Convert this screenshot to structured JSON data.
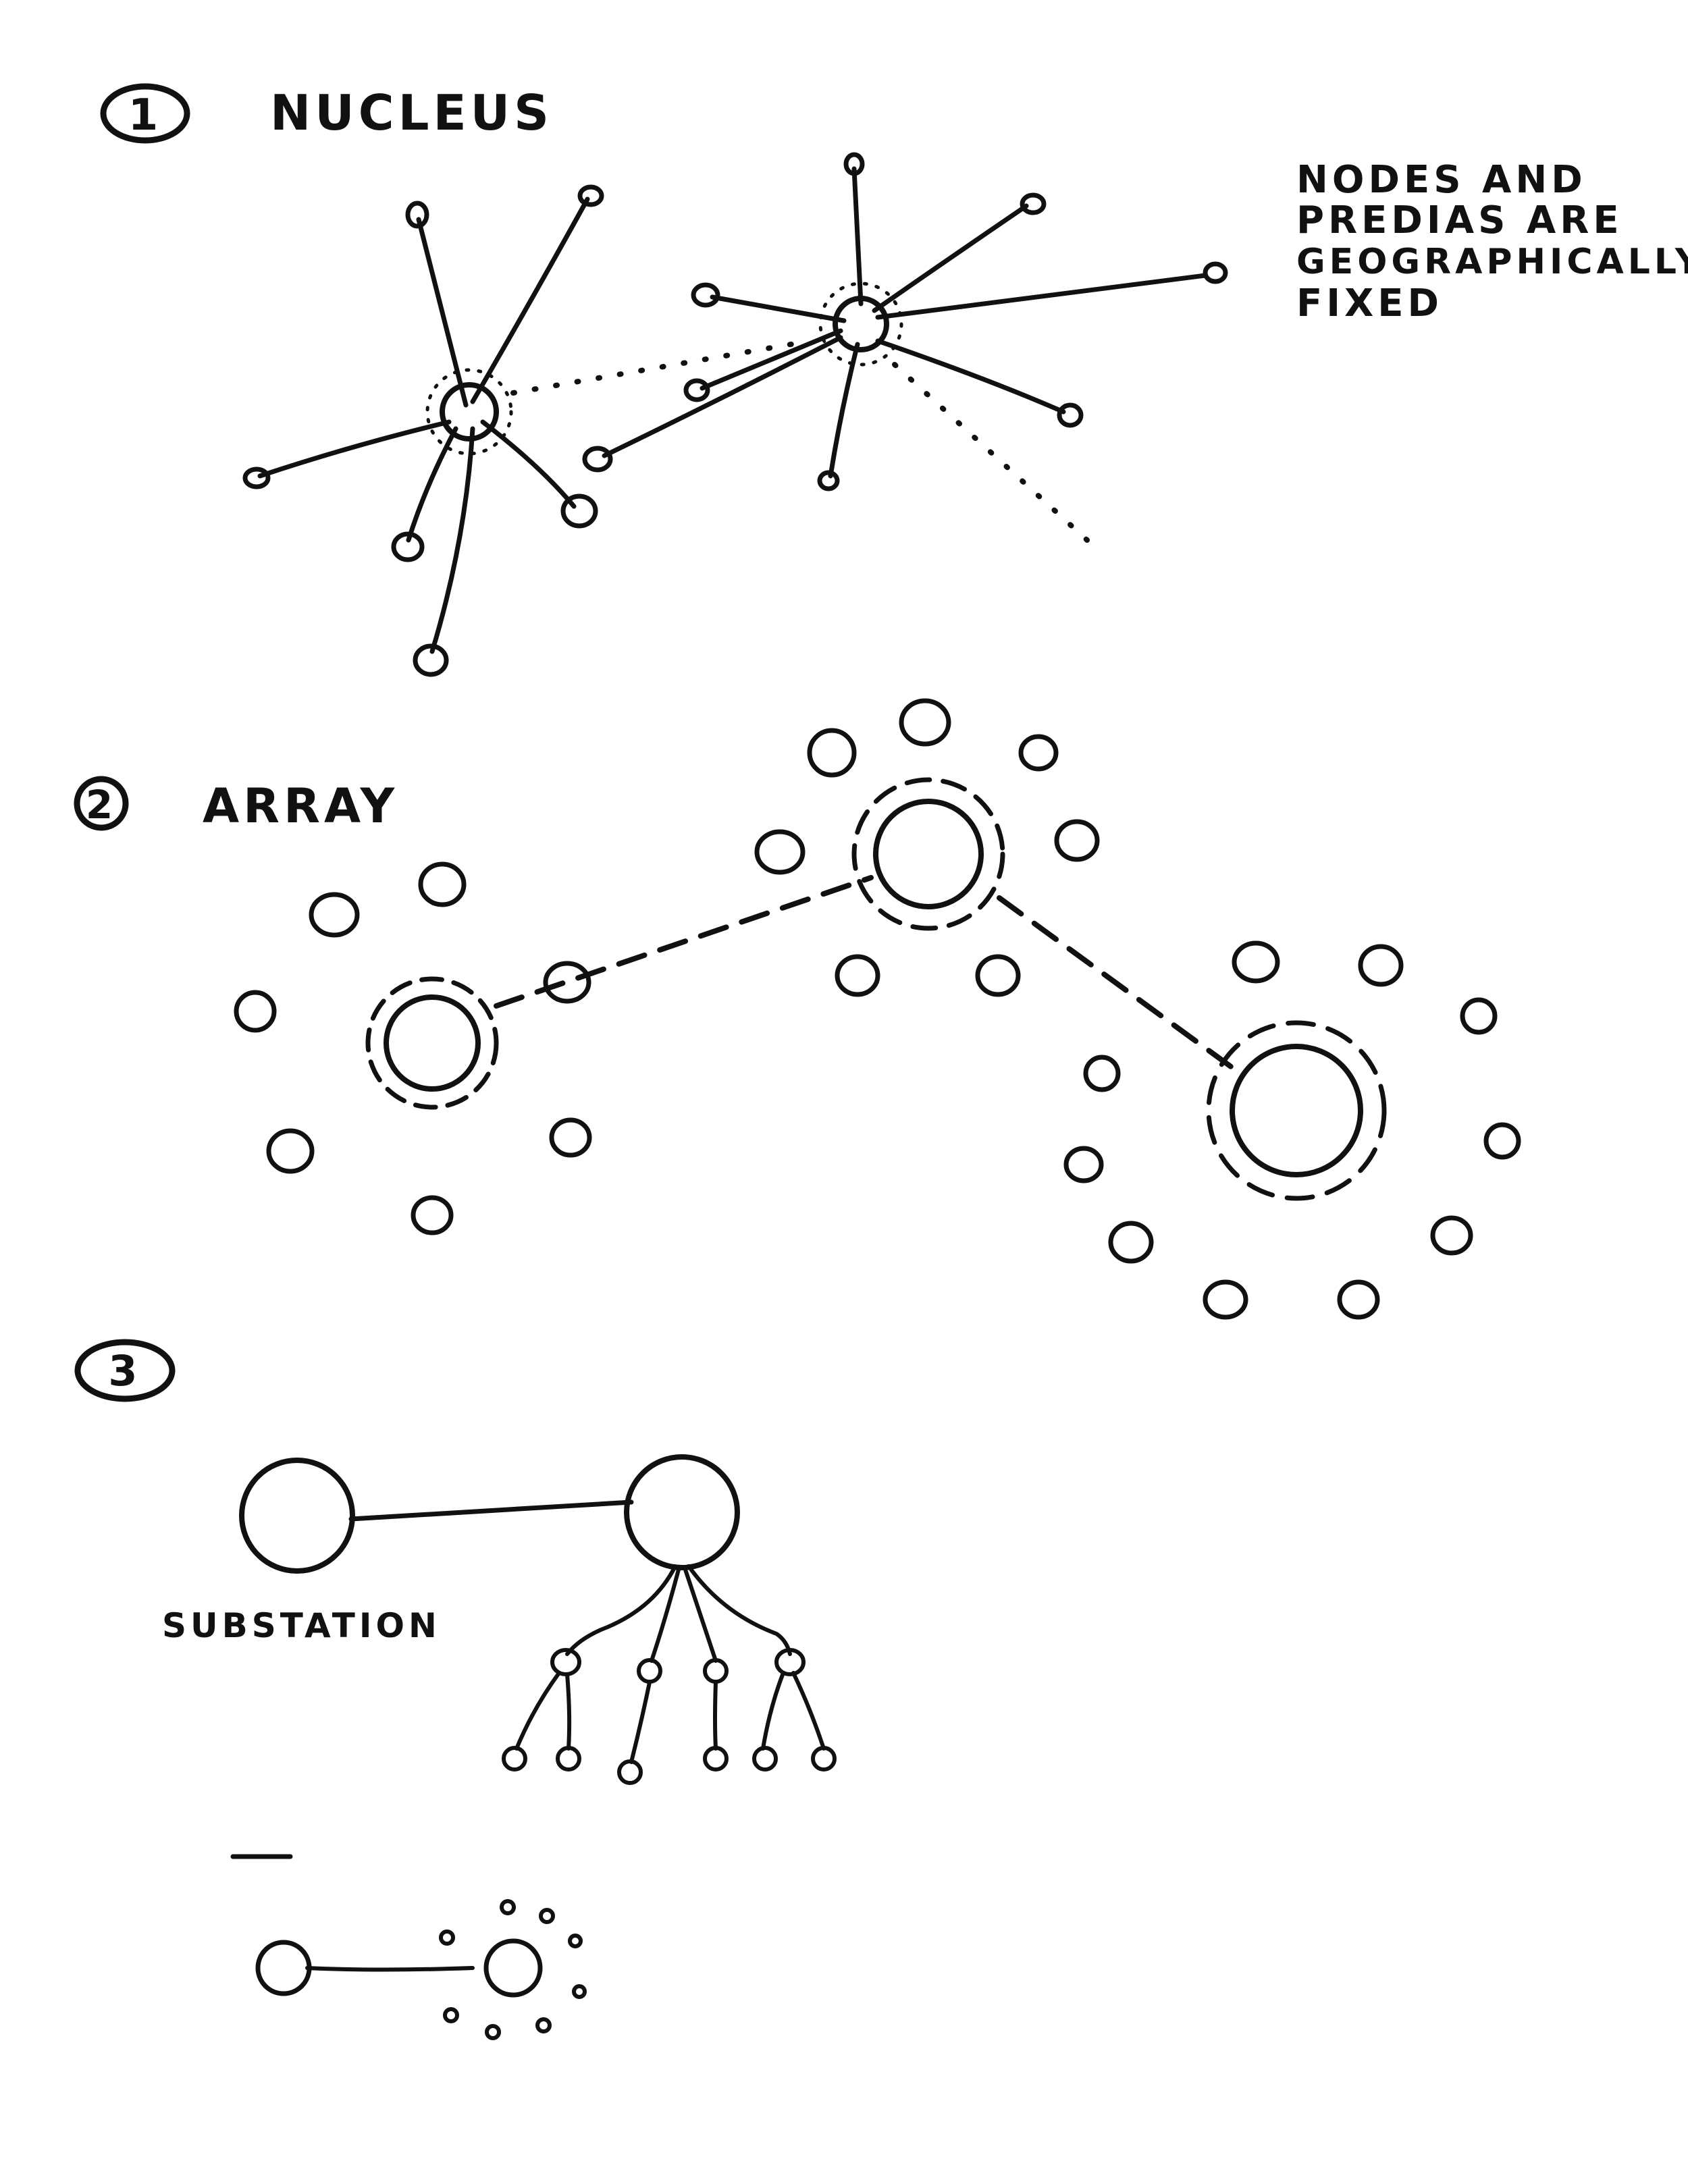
{
  "sections": [
    {
      "number": "1",
      "title": "NUCLEUS"
    },
    {
      "number": "2",
      "title": "ARRAY"
    },
    {
      "number": "3",
      "title": ""
    }
  ],
  "notes": {
    "nucleus_note": [
      "NODES AND",
      "PREDIAS ARE",
      "GEOGRAPHICALLY",
      "FIXED"
    ],
    "substation_label": "SUBSTATION"
  },
  "colors": {
    "ink": "#111111",
    "paper": "#ffffff"
  }
}
